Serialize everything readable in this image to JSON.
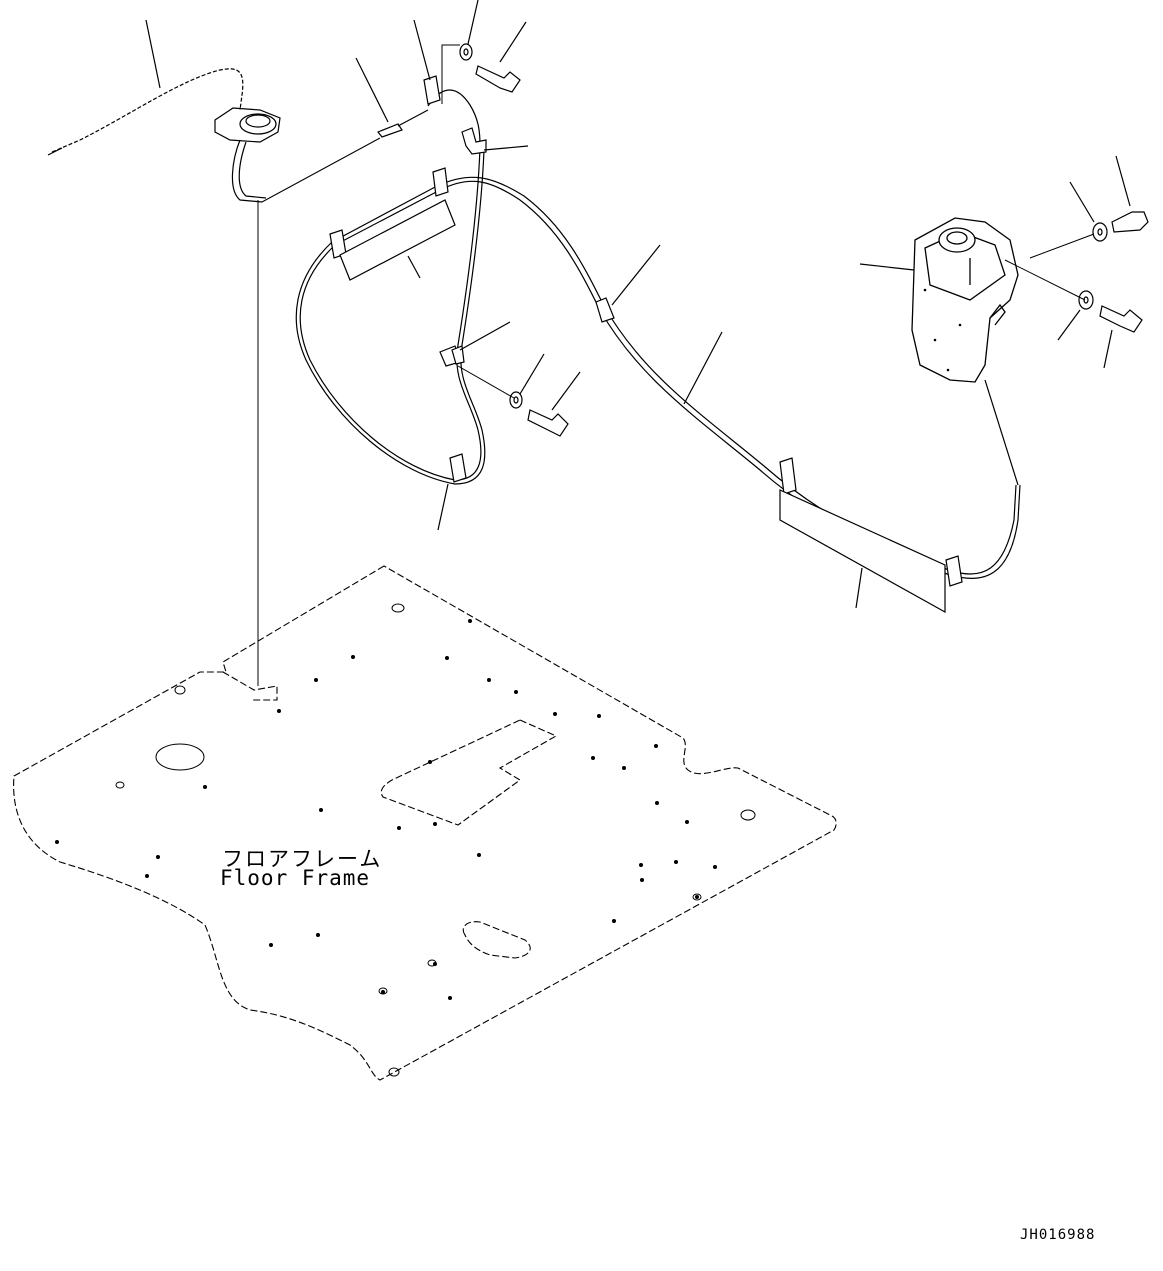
{
  "floor_frame": {
    "label_jp": "フロアフレーム",
    "label_en": "Floor Frame"
  },
  "drawing_id": "JH016988",
  "colors": {
    "ink": "#000000",
    "paper": "#ffffff"
  }
}
